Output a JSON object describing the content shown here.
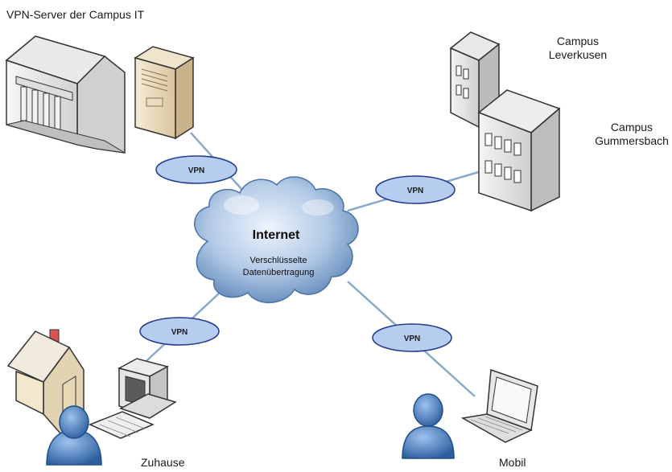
{
  "labels": {
    "server_title": "VPN-Server der Campus IT",
    "campus_leverkusen": [
      "Campus",
      "Leverkusen"
    ],
    "campus_gummersbach": [
      "Campus",
      "Gummersbach"
    ],
    "home": "Zuhause",
    "mobile": "Mobil"
  },
  "cloud": {
    "title": "Internet",
    "subtitle_line1": "Verschlüsselte",
    "subtitle_line2": "Datenübertragung"
  },
  "tunnels": {
    "server": "VPN",
    "campus": "VPN",
    "home": "VPN",
    "mobile": "VPN"
  },
  "colors": {
    "link_line": "#8aa9c9",
    "vpn_fill": "#b7cdef",
    "vpn_stroke": "#1f3a8a",
    "cloud_light": "#e6eef9",
    "cloud_dark": "#5d86b8",
    "person": "#3f78bd"
  }
}
